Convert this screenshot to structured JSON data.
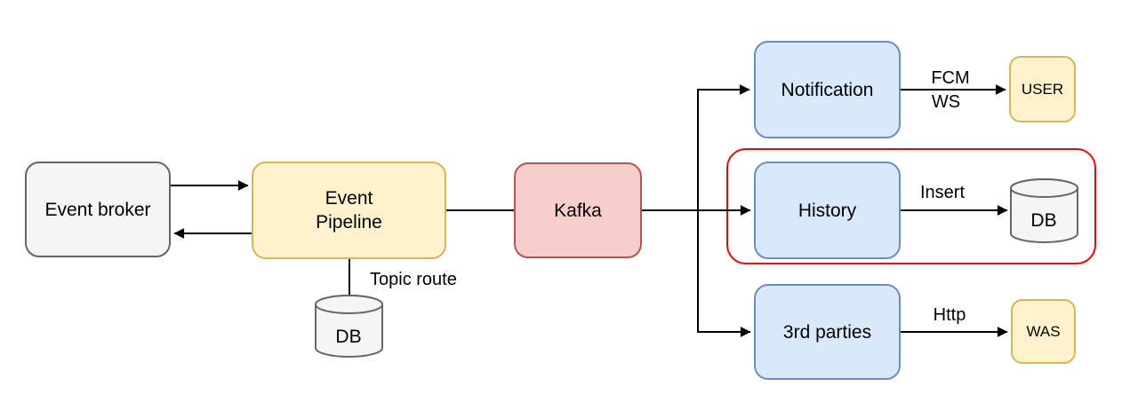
{
  "diagram": {
    "nodes": {
      "event_broker": {
        "label": "Event broker"
      },
      "event_pipeline": {
        "line1": "Event",
        "line2": "Pipeline"
      },
      "kafka": {
        "label": "Kafka"
      },
      "notification": {
        "label": "Notification"
      },
      "history": {
        "label": "History"
      },
      "third_parties": {
        "label": "3rd parties"
      },
      "user": {
        "label": "USER"
      },
      "was": {
        "label": "WAS"
      },
      "topic_db": {
        "label": "DB"
      },
      "history_db": {
        "label": "DB"
      }
    },
    "edge_labels": {
      "topic_route": "Topic route",
      "fcm": "FCM",
      "ws": "WS",
      "insert": "Insert",
      "http": "Http"
    },
    "colors": {
      "node_grey_fill": "#f5f5f5",
      "node_grey_stroke": "#666666",
      "node_yellow_fill": "#fff2cc",
      "node_yellow_stroke": "#d6b656",
      "node_red_fill": "#f8cecc",
      "node_red_stroke": "#b85450",
      "node_blue_fill": "#dae8fc",
      "node_blue_stroke": "#6c8ebf",
      "group_stroke": "#ff0000",
      "connector": "#000000",
      "background": "#ffffff"
    }
  }
}
